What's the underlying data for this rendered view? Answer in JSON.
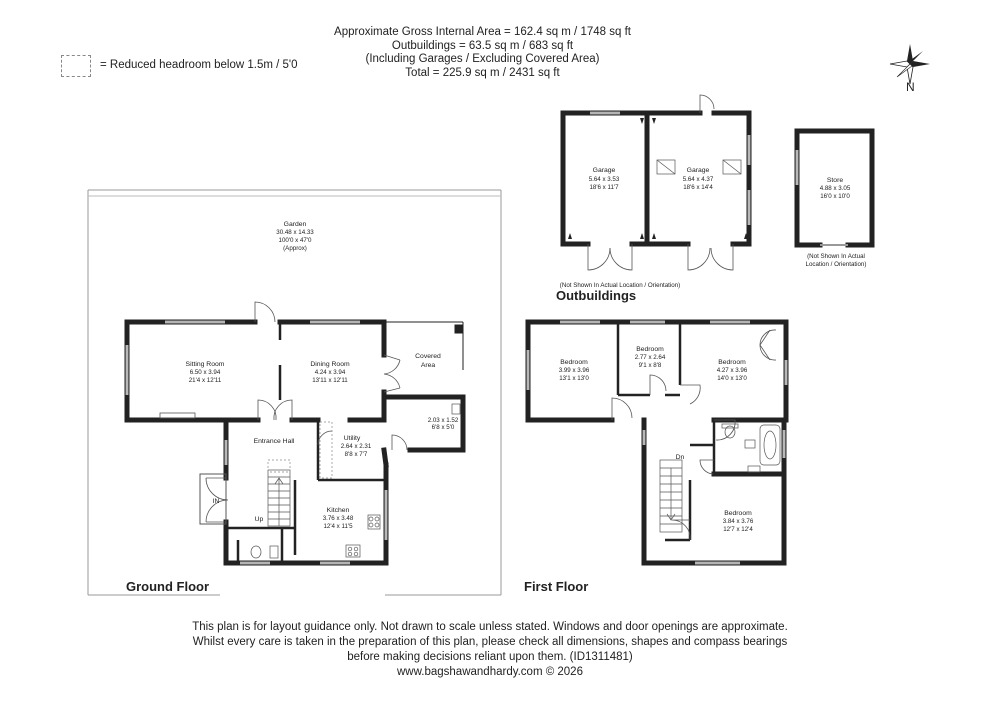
{
  "header": {
    "line1": "Approximate Gross Internal Area = 162.4 sq m / 1748 sq ft",
    "line2": "Outbuildings = 63.5 sq m / 683 sq ft",
    "line3": "(Including Garages / Excluding Covered Area)",
    "line4": "Total = 225.9 sq m / 2431 sq ft"
  },
  "legend": {
    "text": "= Reduced headroom below 1.5m / 5'0"
  },
  "compass": {
    "label": "N"
  },
  "ground_floor": {
    "title": "Ground Floor",
    "garden": {
      "name": "Garden",
      "metric": "30.48 x 14.33",
      "imperial": "100'0 x 47'0",
      "note": "(Approx)"
    },
    "sitting_room": {
      "name": "Sitting Room",
      "metric": "6.50 x 3.94",
      "imperial": "21'4 x 12'11"
    },
    "dining_room": {
      "name": "Dining Room",
      "metric": "4.24 x 3.94",
      "imperial": "13'11 x 12'11"
    },
    "covered_area": {
      "name1": "Covered",
      "name2": "Area"
    },
    "store_small": {
      "metric": "2.03 x 1.52",
      "imperial": "6'8 x 5'0"
    },
    "entrance_hall": {
      "name": "Entrance Hall"
    },
    "utility": {
      "name": "Utility",
      "metric": "2.64 x 2.31",
      "imperial": "8'8 x 7'7"
    },
    "kitchen": {
      "name": "Kitchen",
      "metric": "3.76 x 3.48",
      "imperial": "12'4 x 11'5"
    },
    "in_label": "IN",
    "up_label": "Up"
  },
  "first_floor": {
    "title": "First Floor",
    "bedroom1": {
      "name": "Bedroom",
      "metric": "3.99 x 3.96",
      "imperial": "13'1 x 13'0"
    },
    "bedroom2": {
      "name": "Bedroom",
      "metric": "2.77 x 2.64",
      "imperial": "9'1 x 8'8"
    },
    "bedroom3": {
      "name": "Bedroom",
      "metric": "4.27 x 3.96",
      "imperial": "14'0 x 13'0"
    },
    "bedroom4": {
      "name": "Bedroom",
      "metric": "3.84 x 3.76",
      "imperial": "12'7 x 12'4"
    },
    "dn_label": "Dn"
  },
  "outbuildings": {
    "title": "Outbuildings",
    "garage1": {
      "name": "Garage",
      "metric": "5.64 x 3.53",
      "imperial": "18'6 x 11'7"
    },
    "garage2": {
      "name": "Garage",
      "metric": "5.64 x 4.37",
      "imperial": "18'6 x 14'4"
    },
    "store": {
      "name": "Store",
      "metric": "4.88 x 3.05",
      "imperial": "16'0 x 10'0"
    },
    "garages_note": "(Not Shown In Actual Location / Orientation)",
    "store_note1": "(Not Shown In Actual",
    "store_note2": "Location / Orientation)"
  },
  "disclaimer": {
    "line1": "This plan is for layout guidance only. Not drawn to scale unless stated. Windows and door openings are approximate.",
    "line2": "Whilst every care is taken in the preparation of this plan, please check all dimensions, shapes and compass bearings",
    "line3": "before making decisions reliant upon them. (ID1311481)",
    "line4": "www.bagshawandhardy.com © 2026"
  }
}
